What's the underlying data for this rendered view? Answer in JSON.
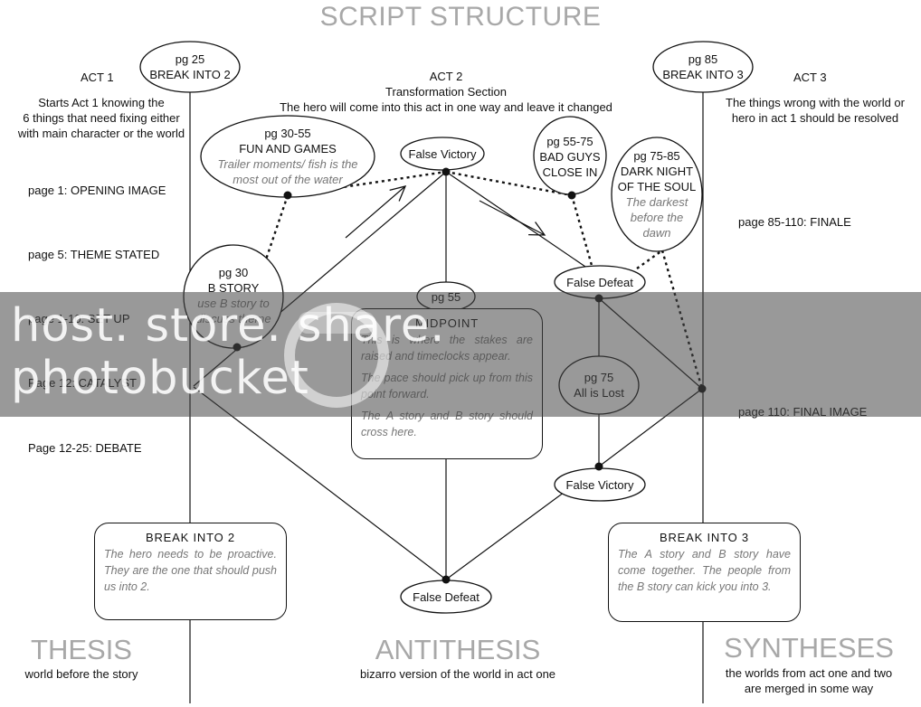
{
  "title": "SCRIPT STRUCTURE",
  "acts": {
    "act1": {
      "label": "ACT 1",
      "desc": [
        "Starts Act 1 knowing the",
        "6 things that need fixing either",
        "with main character or the world"
      ]
    },
    "act2": {
      "label": "ACT 2",
      "subtitle": "Transformation Section",
      "desc": "The hero will come into this act in one way and leave it changed"
    },
    "act3": {
      "label": "ACT 3",
      "desc": [
        "The things wrong with the world or",
        "hero in act 1 should be resolved"
      ]
    }
  },
  "left_beats": [
    "page 1: OPENING IMAGE",
    "page 5: THEME STATED",
    "page 1-10: SET UP",
    "Page 12: CATALYST",
    "Page 12-25: DEBATE"
  ],
  "right_beats": [
    "page 85-110: FINALE",
    "page 110: FINAL IMAGE"
  ],
  "nodes": {
    "break2": {
      "page": "pg 25",
      "label": "BREAK INTO 2"
    },
    "break3": {
      "page": "pg 85",
      "label": "BREAK INTO 3"
    },
    "fun_games": {
      "page": "pg 30-55",
      "label": "FUN AND GAMES",
      "note": [
        "Trailer moments/ fish is the",
        "most out of the water"
      ]
    },
    "false_victory_top": {
      "label": "False Victory"
    },
    "bad_guys": {
      "page": "pg 55-75",
      "label": [
        "BAD GUYS",
        "CLOSE IN"
      ]
    },
    "dark_night": {
      "page": "pg 75-85",
      "label": [
        "DARK NIGHT",
        "OF THE SOUL"
      ],
      "note": [
        "The darkest",
        "before the",
        "dawn"
      ]
    },
    "b_story": {
      "page": "pg 30",
      "label": "B STORY",
      "note": [
        "use B story to",
        "discuss theme"
      ]
    },
    "pg55": {
      "label": "pg 55"
    },
    "false_defeat_mid": {
      "label": "False Defeat"
    },
    "all_lost": {
      "page": "pg 75",
      "label": "All is Lost"
    },
    "false_victory_low": {
      "label": "False Victory"
    },
    "false_defeat_bottom": {
      "label": "False Defeat"
    }
  },
  "boxes": {
    "midpoint": {
      "heading": "MIDPOINT",
      "paras": [
        "This is where the stakes are raised and timeclocks appear.",
        "The pace should pick up from this point forward.",
        "The A story and B story should cross here."
      ]
    },
    "break2": {
      "heading": "BREAK INTO 2",
      "body": "The hero needs to be proactive. They are the one that should push us into 2."
    },
    "break3": {
      "heading": "BREAK INTO 3",
      "body": "The A story and B story have come together. The people from the B story can kick you into 3."
    }
  },
  "footer": {
    "thesis": {
      "word": "THESIS",
      "sub": "world before the story"
    },
    "antithesis": {
      "word": "ANTITHESIS",
      "sub": "bizarro version of the world in act one"
    },
    "syntheses": {
      "word": "SYNTHESES",
      "sub": [
        "the worlds from act one and two",
        "are merged in some way"
      ]
    }
  },
  "watermark": {
    "line1": "host. store. share.",
    "line2": "photobucket"
  }
}
